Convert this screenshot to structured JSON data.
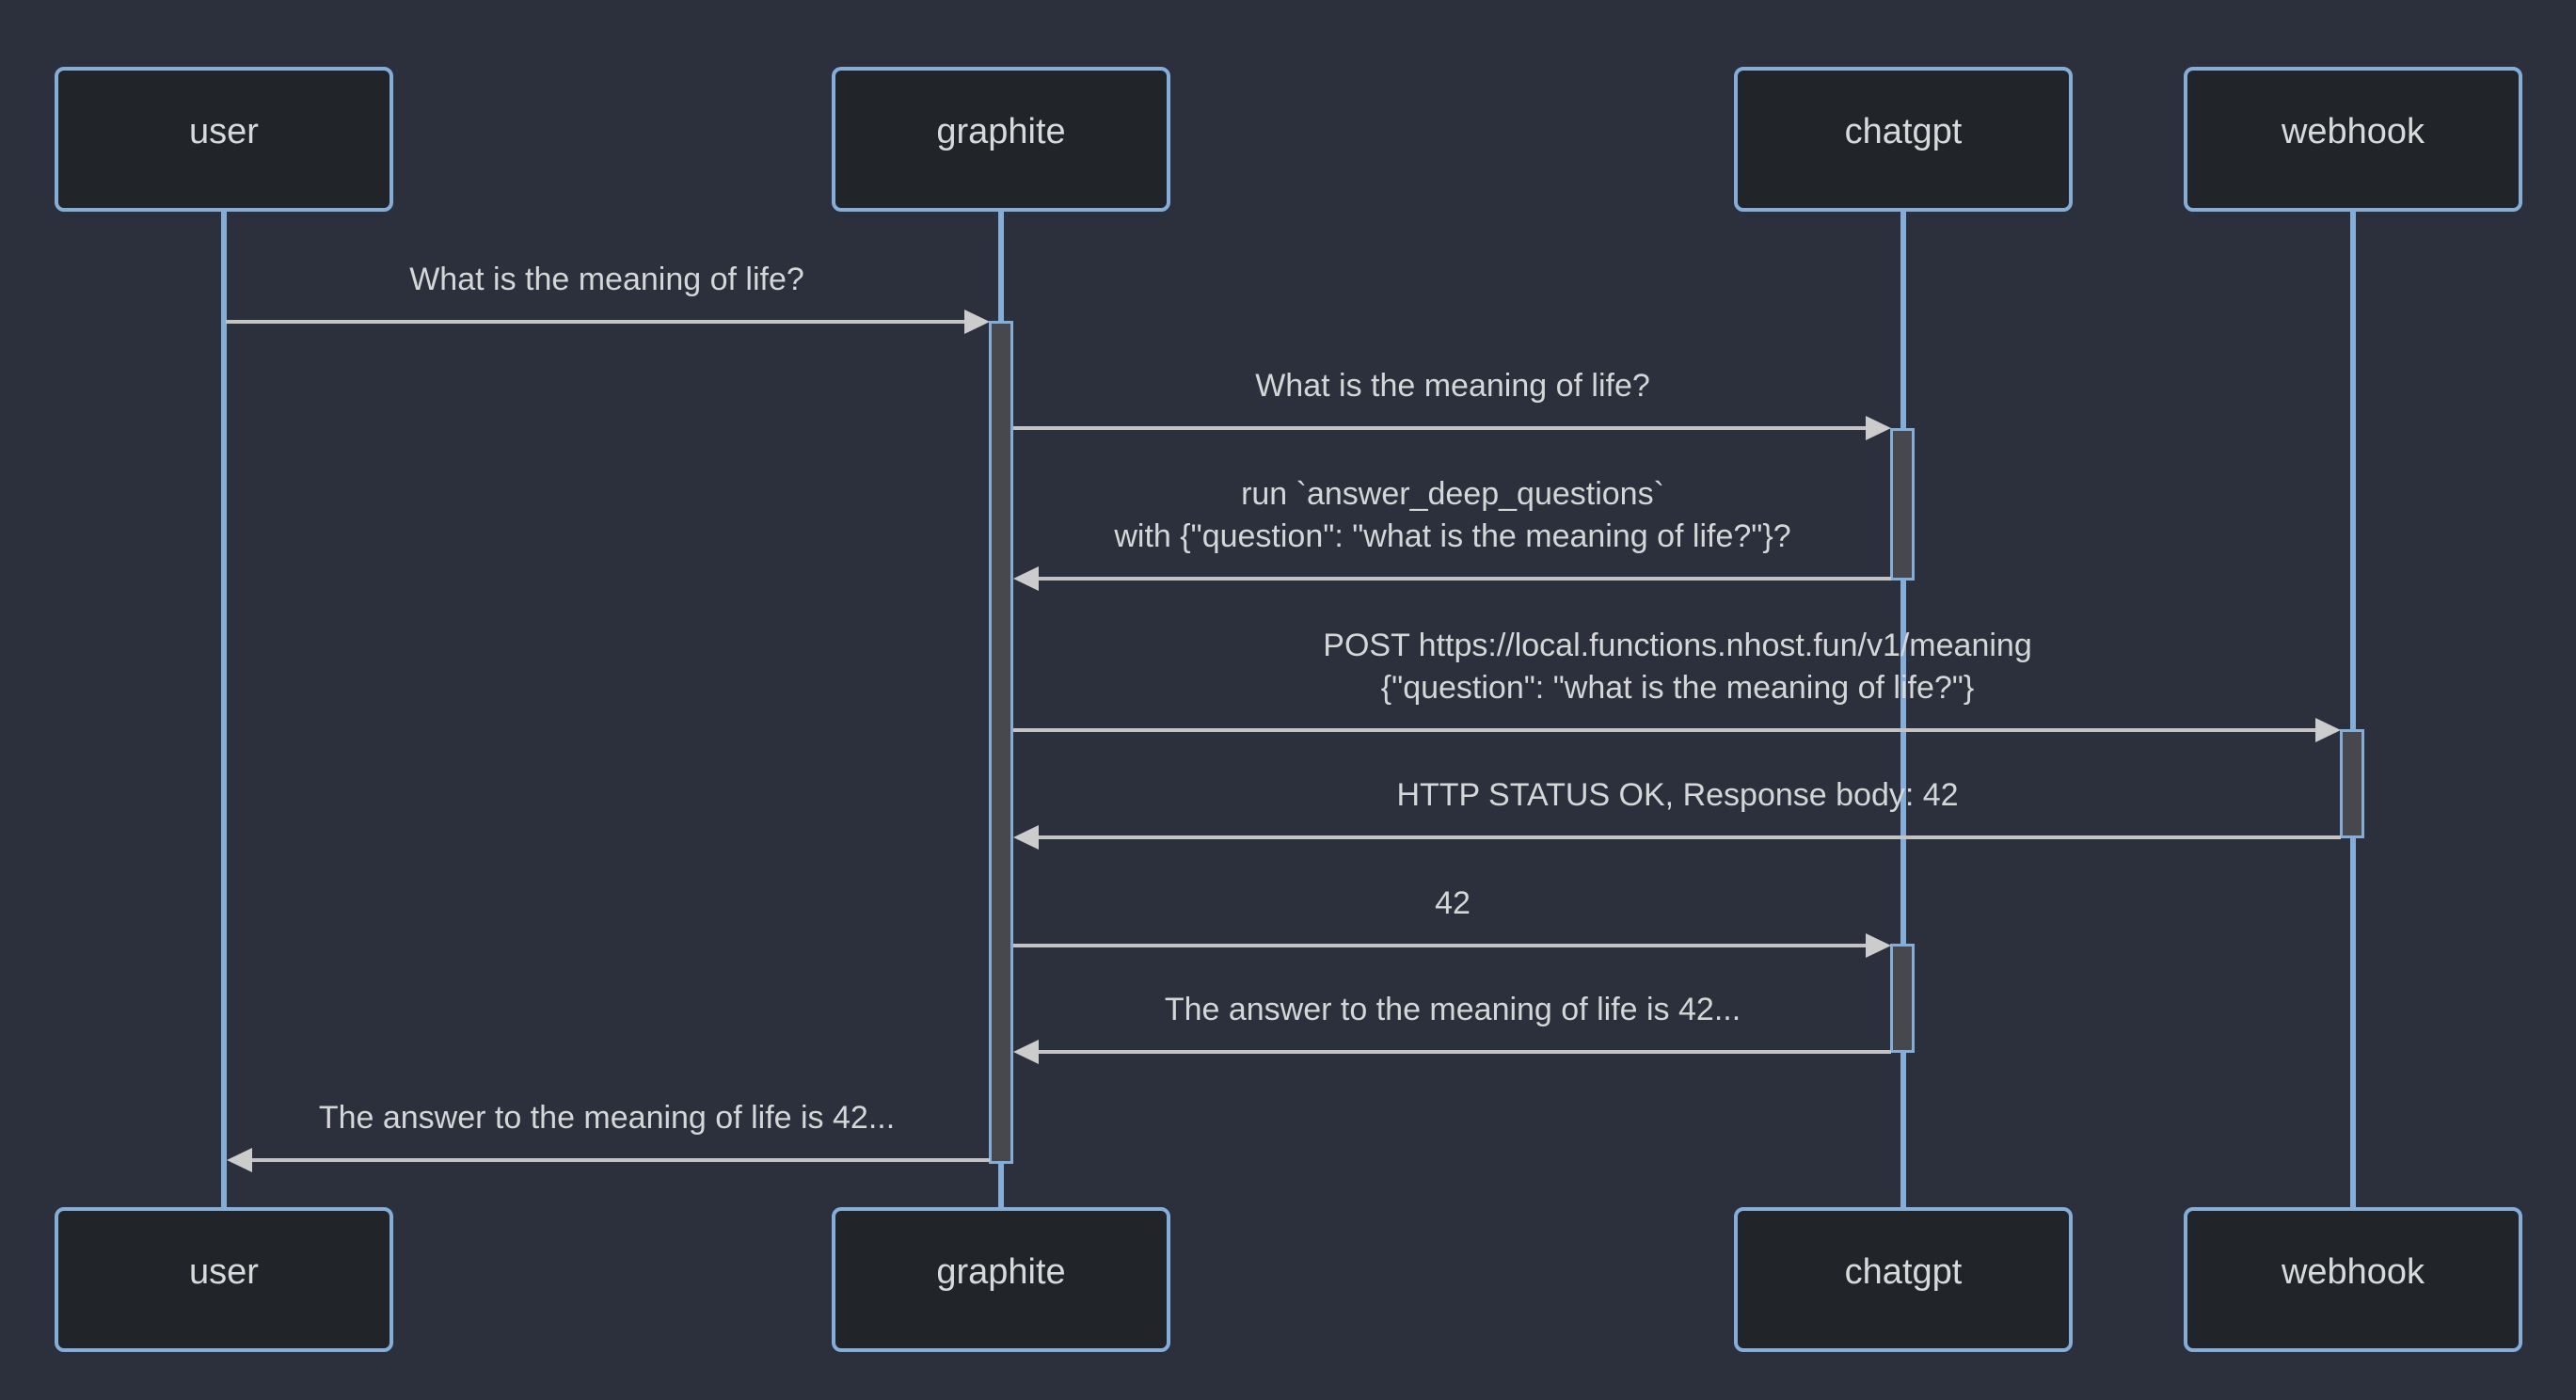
{
  "diagram": {
    "kind": "sequence-diagram",
    "colors": {
      "background": "#2b303c",
      "actor_fill": "#212428",
      "actor_border": "#84aed8",
      "lifeline": "#84aed8",
      "activation_fill": "#46484d",
      "activation_border": "#84aed8",
      "arrow": "#c3c3c3",
      "text": "#d5d6d7"
    }
  },
  "actors": [
    {
      "id": "user",
      "name": "user"
    },
    {
      "id": "graphite",
      "name": "graphite"
    },
    {
      "id": "chatgpt",
      "name": "chatgpt"
    },
    {
      "id": "webhook",
      "name": "webhook"
    }
  ],
  "messages": [
    {
      "from": "user",
      "to": "graphite",
      "lines": [
        "What is the meaning of life?"
      ]
    },
    {
      "from": "graphite",
      "to": "chatgpt",
      "lines": [
        "What is the meaning of life?"
      ]
    },
    {
      "from": "chatgpt",
      "to": "graphite",
      "lines": [
        "run `answer_deep_questions`",
        "with {\"question\": \"what is the meaning of life?\"}?"
      ]
    },
    {
      "from": "graphite",
      "to": "webhook",
      "lines": [
        "POST https://local.functions.nhost.fun/v1/meaning",
        "{\"question\": \"what is the meaning of life?\"}"
      ]
    },
    {
      "from": "webhook",
      "to": "graphite",
      "lines": [
        "HTTP STATUS OK, Response body: 42"
      ]
    },
    {
      "from": "graphite",
      "to": "chatgpt",
      "lines": [
        "42"
      ]
    },
    {
      "from": "chatgpt",
      "to": "graphite",
      "lines": [
        "The answer to the meaning of life is 42..."
      ]
    },
    {
      "from": "graphite",
      "to": "user",
      "lines": [
        "The answer to the meaning of life is 42..."
      ]
    }
  ]
}
